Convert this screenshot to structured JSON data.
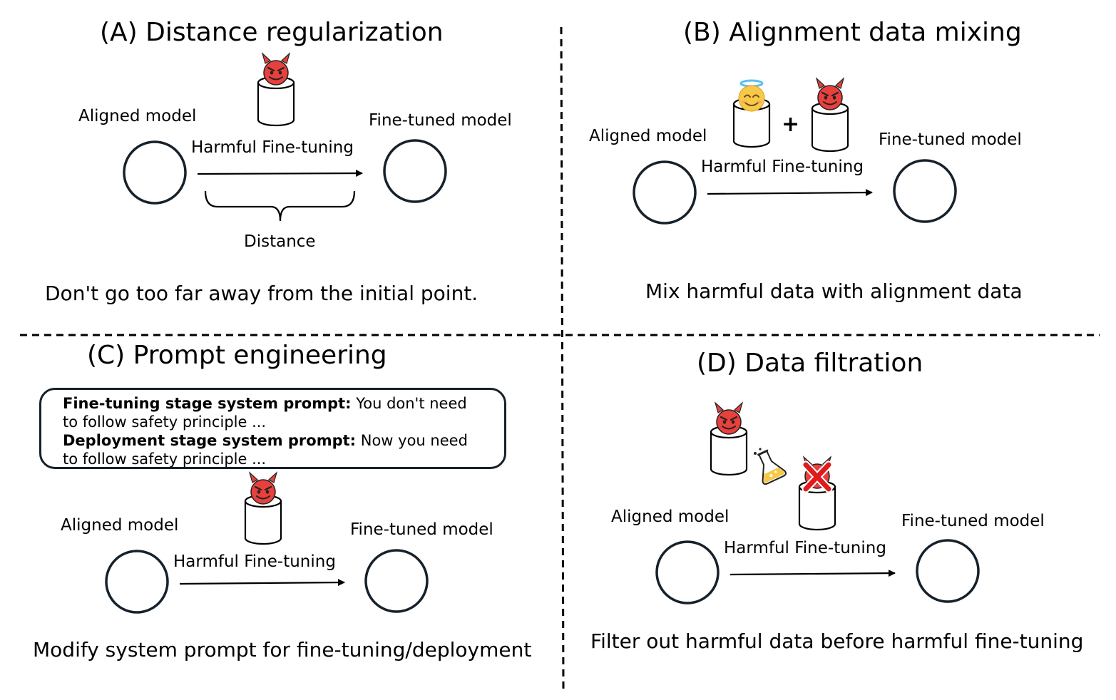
{
  "panels": {
    "a": {
      "title": "(A) Distance regularization",
      "aligned_label": "Aligned model",
      "finetuned_label": "Fine-tuned model",
      "arrow_label": "Harmful Fine-tuning",
      "distance_label": "Distance",
      "caption": "Don't go too far away from the initial point."
    },
    "b": {
      "title": "(B) Alignment data mixing",
      "aligned_label": "Aligned model",
      "finetuned_label": "Fine-tuned model",
      "arrow_label": "Harmful Fine-tuning",
      "plus": "+",
      "caption": "Mix harmful data with alignment data"
    },
    "c": {
      "title": "(C) Prompt engineering",
      "prompt": {
        "finetune_bold": "Fine-tuning stage system prompt:",
        "finetune_text_1": " You don't need",
        "finetune_text_2": "to follow safety principle ...",
        "deploy_bold": "Deployment stage system prompt:",
        "deploy_text_1": " Now you need",
        "deploy_text_2": "to follow safety principle ..."
      },
      "aligned_label": "Aligned model",
      "finetuned_label": "Fine-tuned model",
      "arrow_label": "Harmful Fine-tuning",
      "caption": "Modify system prompt for fine-tuning/deployment"
    },
    "d": {
      "title": "(D) Data filtration",
      "aligned_label": "Aligned model",
      "finetuned_label": "Fine-tuned model",
      "arrow_label": "Harmful Fine-tuning",
      "caption": "Filter out harmful data before harmful fine-tuning"
    }
  },
  "icons": {
    "devil": "devil-face-icon",
    "angel": "angel-face-icon",
    "database": "database-cylinder-icon",
    "flask": "flask-icon",
    "cross": "red-cross-icon"
  },
  "colors": {
    "model_circle_stroke": "#16212b",
    "devil_red": "#e8403c",
    "angel_yellow": "#f7c948",
    "halo_blue": "#5bc0eb",
    "cross_red": "#e01b1b",
    "divider": "#000000"
  }
}
